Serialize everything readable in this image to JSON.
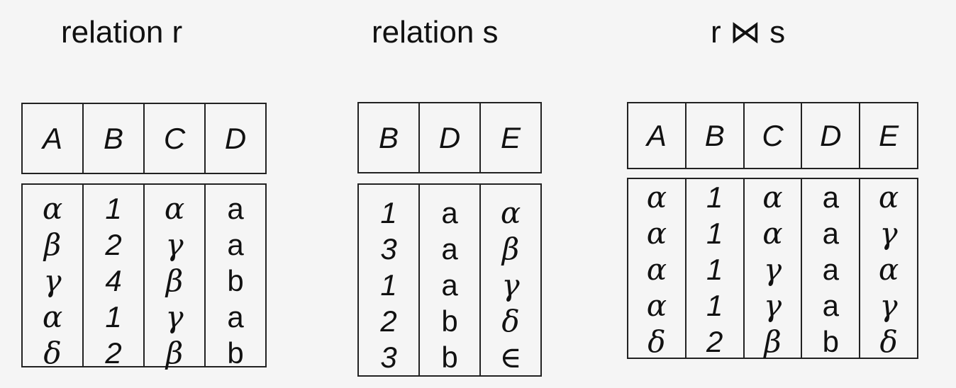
{
  "titles": {
    "r": "relation r",
    "s": "relation s",
    "join": "r ⋈ s"
  },
  "relation_r": {
    "columns": [
      "A",
      "B",
      "C",
      "D"
    ],
    "rows": [
      [
        "α",
        "1",
        "α",
        "a"
      ],
      [
        "β",
        "2",
        "γ",
        "a"
      ],
      [
        "γ",
        "4",
        "β",
        "b"
      ],
      [
        "α",
        "1",
        "γ",
        "a"
      ],
      [
        "δ",
        "2",
        "β",
        "b"
      ]
    ]
  },
  "relation_s": {
    "columns": [
      "B",
      "D",
      "E"
    ],
    "rows": [
      [
        "1",
        "a",
        "α"
      ],
      [
        "3",
        "a",
        "β"
      ],
      [
        "1",
        "a",
        "γ"
      ],
      [
        "2",
        "b",
        "δ"
      ],
      [
        "3",
        "b",
        "∈"
      ]
    ]
  },
  "join_result": {
    "columns": [
      "A",
      "B",
      "C",
      "D",
      "E"
    ],
    "rows": [
      [
        "α",
        "1",
        "α",
        "a",
        "α"
      ],
      [
        "α",
        "1",
        "α",
        "a",
        "γ"
      ],
      [
        "α",
        "1",
        "γ",
        "a",
        "α"
      ],
      [
        "α",
        "1",
        "γ",
        "a",
        "γ"
      ],
      [
        "δ",
        "2",
        "β",
        "b",
        "δ"
      ]
    ]
  }
}
